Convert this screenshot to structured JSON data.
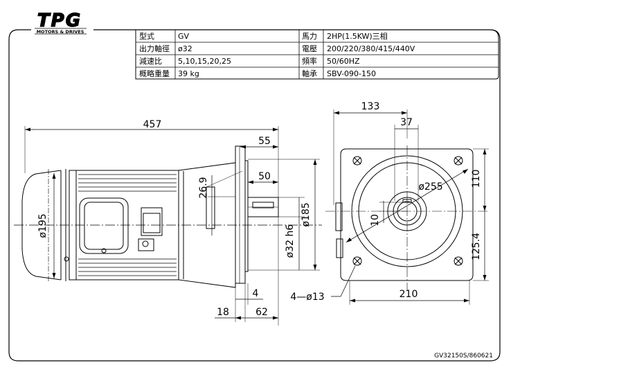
{
  "logo": {
    "text": "TPG",
    "tagline": "MOTORS & DRIVES"
  },
  "spec_table": {
    "rows": [
      {
        "label_left": "型式",
        "value_left": "GV",
        "label_right": "馬力",
        "value_right": "2HP(1.5KW)三相"
      },
      {
        "label_left": "出力軸徑",
        "value_left": "ø32",
        "label_right": "電壓",
        "value_right": "200/220/380/415/440V"
      },
      {
        "label_left": "減速比",
        "value_left": "5,10,15,20,25",
        "label_right": "頻率",
        "value_right": "50/60HZ"
      },
      {
        "label_left": "概略重量",
        "value_left": "39 kg",
        "label_right": "軸承",
        "value_right": "SBV-090-150"
      }
    ]
  },
  "side_view": {
    "dims": {
      "overall_length": "457",
      "flange_to_end": "55",
      "shaft_length": "50",
      "key_offset": "26.9",
      "motor_dia": "ø195",
      "flange_dia": "ø185",
      "shaft_dia": "ø32 h6",
      "flange_thk": "4",
      "spigot": "18",
      "shaft_proj": "62"
    }
  },
  "front_view": {
    "dims": {
      "width_133": "133",
      "key_37": "37",
      "pcd": "ø255",
      "h_110": "110",
      "h_125": "125.4",
      "key_10": "10",
      "base_210": "210",
      "holes": "4—ø13"
    }
  },
  "drawing_number": "GV32150S/860621"
}
